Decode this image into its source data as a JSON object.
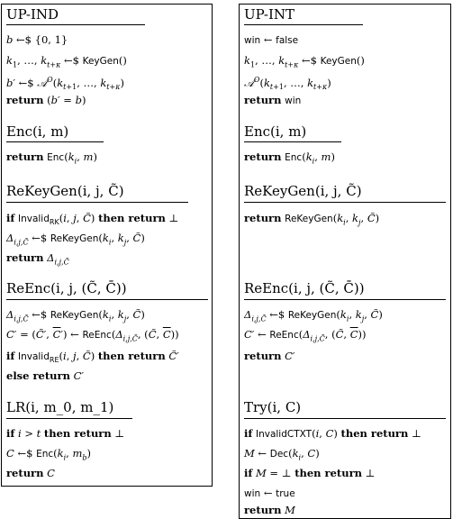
{
  "left": {
    "game1": {
      "title": "UP-IND",
      "lines": [
        "b ←$ {0, 1}",
        "k_1, …, k_{t+κ} ←$ KeyGen()",
        "b′ ←$ 𝒜^O(k_{t+1}, …, k_{t+κ})",
        "return (b′ = b)"
      ]
    },
    "enc": {
      "title": "Enc(i, m)",
      "lines": [
        "return Enc(k_i, m)"
      ]
    },
    "rekeygen": {
      "title": "ReKeyGen(i, j, C̃)",
      "lines": [
        "if Invalid_RK(i, j, C̃) then return ⊥",
        "Δ_{i,j,C̃} ←$ ReKeyGen(k_i, k_j, C̃)",
        "return Δ_{i,j,C̃}"
      ]
    },
    "reenc": {
      "title": "ReEnc(i, j, (C̃, C̄))",
      "lines": [
        "Δ_{i,j,C̃} ←$ ReKeyGen(k_i, k_j, C̃)",
        "C′ = (C̃′, C̄′) ← ReEnc(Δ_{i,j,C̃}, (C̃, C̄))",
        "if Invalid_RE(i, j, C̃) then return C̃′",
        "else return C′"
      ]
    },
    "lr": {
      "title": "LR(i, m_0, m_1)",
      "lines": [
        "if i > t then return ⊥",
        "C ←$ Enc(k_i, m_b)",
        "return C"
      ]
    }
  },
  "right": {
    "game1": {
      "title": "UP-INT",
      "lines": [
        "win ← false",
        "k_1, …, k_{t+κ} ←$ KeyGen()",
        "𝒜^O(k_{t+1}, …, k_{t+κ})",
        "return win"
      ]
    },
    "enc": {
      "title": "Enc(i, m)",
      "lines": [
        "return Enc(k_i, m)"
      ]
    },
    "rekeygen": {
      "title": "ReKeyGen(i, j, C̃)",
      "lines": [
        "return ReKeyGen(k_i, k_j, C̃)"
      ]
    },
    "reenc": {
      "title": "ReEnc(i, j, (C̃, C̄))",
      "lines": [
        "Δ_{i,j,C̃} ←$ ReKeyGen(k_i, k_j, C̃)",
        "C′ ← ReEnc(Δ_{i,j,C̃}, (C̃, C̄))",
        "return C′"
      ]
    },
    "try": {
      "title": "Try(i, C)",
      "lines": [
        "if InvalidCTXT(i, C) then return ⊥",
        "M ← Dec(k_i, C)",
        "if M = ⊥ then return ⊥",
        "win ← true",
        "return M"
      ]
    }
  }
}
